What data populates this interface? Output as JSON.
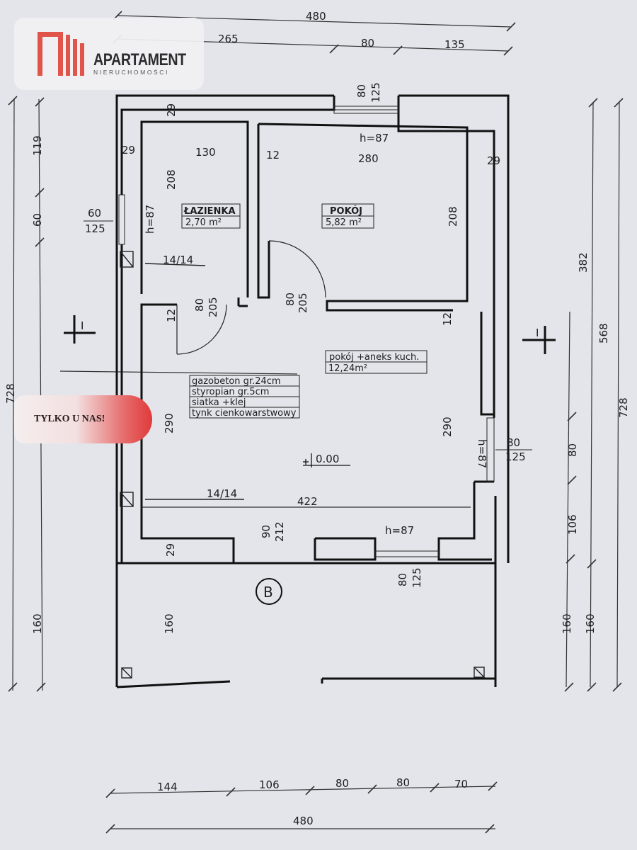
{
  "logo": {
    "title": "APARTAMENT",
    "subtitle": "NIERUCHOMOŚCI",
    "color": "#e0544a"
  },
  "badge": {
    "text": "TYLKO U NAS!"
  },
  "rooms": {
    "bathroom": {
      "name": "ŁAZIENKA",
      "area": "2,70 m²"
    },
    "room": {
      "name": "POKÓJ",
      "area": "5,82 m²"
    },
    "living": {
      "name": "pokój +aneks kuch.",
      "area": "12,24m²"
    }
  },
  "wall_legend": [
    "gazobeton gr.24cm",
    "styropian gr.5cm",
    "siatka +klej",
    "tynk cienkowarstwowy"
  ],
  "level": "0.00",
  "axis_label": "B",
  "section_label": "I",
  "dims": {
    "top_total": "480",
    "top_a": "265",
    "top_b": "80",
    "top_c": "135",
    "win_top_w": "80",
    "win_top_h": "125",
    "h87_top": "h=87",
    "w29_a": "29",
    "w29_b": "29",
    "w130": "130",
    "w12_a": "12",
    "w280": "280",
    "w29_c": "29",
    "h208_a": "208",
    "win_left_w": "60",
    "win_left_h": "125",
    "h87_left": "h=87",
    "h208_b": "208",
    "vent_a": "14/14",
    "door_a_w": "80",
    "door_a_h": "205",
    "door_b_w": "80",
    "door_b_h": "205",
    "w12_b": "12",
    "w12_c": "12",
    "h290_a": "290",
    "h290_b": "290",
    "h87_right": "h=87",
    "win_right_w": "80",
    "win_right_h": "125",
    "vent_b": "14/14",
    "w422": "422",
    "h87_bottom": "h=87",
    "door_main_w": "90",
    "door_main_h": "212",
    "w29_d": "29",
    "win_bot_w": "80",
    "win_bot_h": "125",
    "h160_in": "160",
    "left_119": "119",
    "left_60": "60",
    "left_728": "728",
    "left_160": "160",
    "right_382": "382",
    "right_568": "568",
    "right_80": "80",
    "right_106": "106",
    "right_728": "728",
    "right_160_a": "160",
    "right_160_b": "160",
    "bot_144": "144",
    "bot_106": "106",
    "bot_80_a": "80",
    "bot_80_b": "80",
    "bot_70": "70",
    "bot_total": "480"
  }
}
